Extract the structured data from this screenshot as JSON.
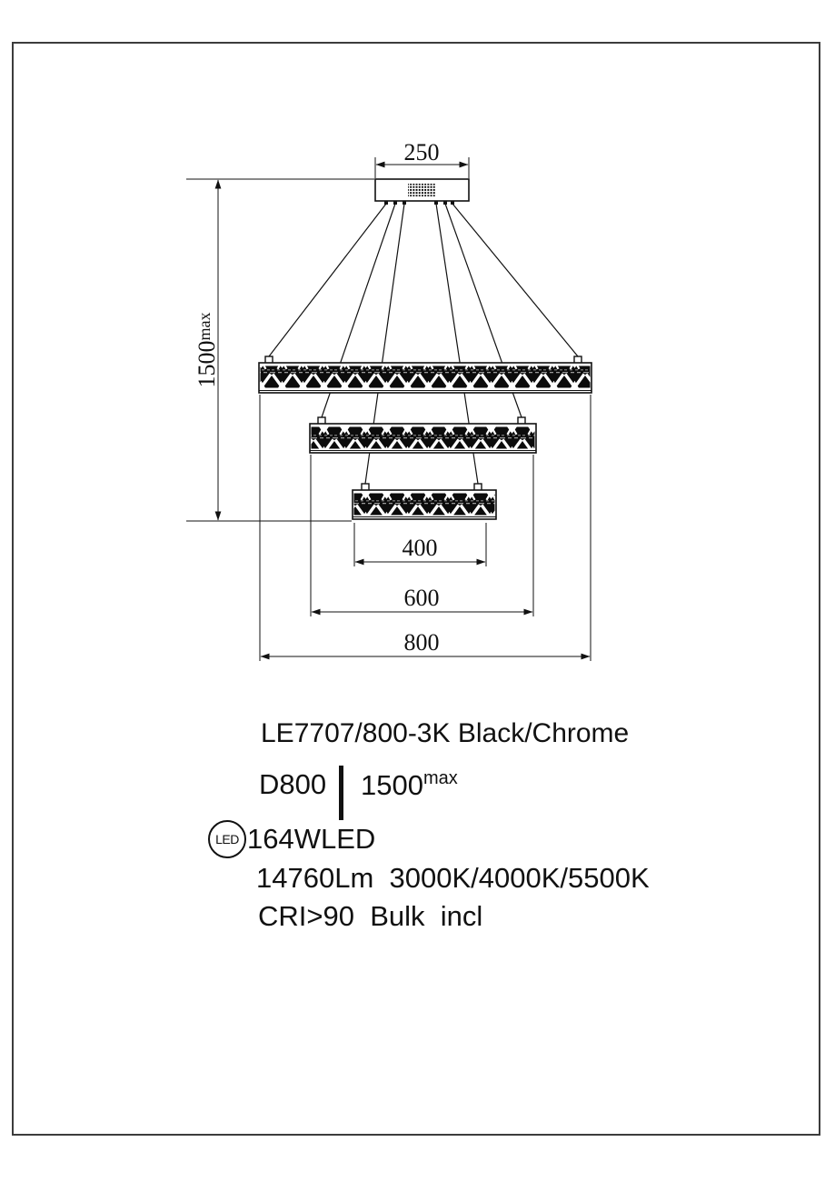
{
  "sheet": {
    "background": "#ffffff",
    "border_color": "#3c3c3c",
    "ink_color": "#111111"
  },
  "drawing": {
    "dimensions": {
      "canopy_width": "250",
      "suspension_height": {
        "value": "1500",
        "suffix": "max"
      },
      "inner_ring_diameter": "400",
      "middle_ring_diameter": "600",
      "outer_ring_diameter": "800"
    }
  },
  "specs": {
    "model": "LE7707/800-3K Black/Chrome",
    "diameter": "D800",
    "height_value": "1500",
    "height_suffix": "max",
    "led_badge": "LED",
    "wattage": "164WLED",
    "lumens_cct": "14760Lm  3000K/4000K/5500K",
    "cri_bulb": "CRI>90  Bulk  incl"
  }
}
